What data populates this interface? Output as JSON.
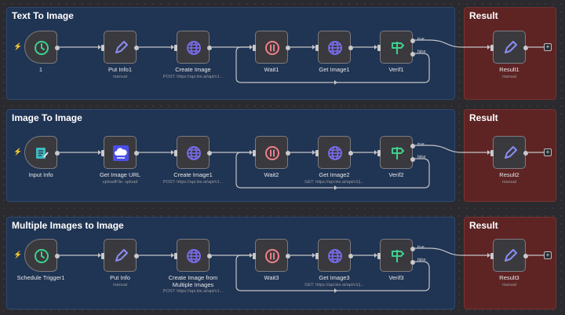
{
  "workflows": [
    {
      "title": "Text To Image",
      "result_title": "Result",
      "nodes": [
        {
          "label": "1",
          "sub": "",
          "icon": "clock-icon"
        },
        {
          "label": "Put Info1",
          "sub": "manual",
          "icon": "pencil-icon"
        },
        {
          "label": "Create Image",
          "sub": "POST: https://api.kie.ai/api/v1...",
          "icon": "globe-icon"
        },
        {
          "label": "Wait1",
          "sub": "",
          "icon": "pause-icon"
        },
        {
          "label": "Get Image1",
          "sub": "",
          "icon": "globe-icon"
        },
        {
          "label": "Verif1",
          "sub": "",
          "icon": "signpost-icon"
        },
        {
          "label": "Result1",
          "sub": "manual",
          "icon": "pencil-icon"
        }
      ]
    },
    {
      "title": "Image To Image",
      "result_title": "Result",
      "nodes": [
        {
          "label": "Input Info",
          "sub": "",
          "icon": "form-icon"
        },
        {
          "label": "Get Image URL",
          "sub": "uploadFile: upload",
          "icon": "cloud-upload-icon"
        },
        {
          "label": "Create Image1",
          "sub": "POST: https://api.kie.ai/api/v1...",
          "icon": "globe-icon"
        },
        {
          "label": "Wait2",
          "sub": "",
          "icon": "pause-icon"
        },
        {
          "label": "Get Image2",
          "sub": "GET: https://api.kie.ai/api/v1/j...",
          "icon": "globe-icon"
        },
        {
          "label": "Verif2",
          "sub": "",
          "icon": "signpost-icon"
        },
        {
          "label": "Result2",
          "sub": "manual",
          "icon": "pencil-icon"
        }
      ]
    },
    {
      "title": "Multiple Images to Image",
      "result_title": "Result",
      "nodes": [
        {
          "label": "Schedule Trigger1",
          "sub": "",
          "icon": "clock-icon"
        },
        {
          "label": "Put Info",
          "sub": "manual",
          "icon": "pencil-icon"
        },
        {
          "label": "Create Image from Multiple Images",
          "sub": "POST: https://api.kie.ai/api/v1...",
          "icon": "globe-icon"
        },
        {
          "label": "Wait3",
          "sub": "",
          "icon": "pause-icon"
        },
        {
          "label": "Get Image3",
          "sub": "GET: https://api.kie.ai/api/v1/j...",
          "icon": "globe-icon"
        },
        {
          "label": "Verif3",
          "sub": "",
          "icon": "signpost-icon"
        },
        {
          "label": "Result3",
          "sub": "manual",
          "icon": "pencil-icon"
        }
      ]
    }
  ],
  "branch_labels": {
    "true": "true",
    "false": "false"
  },
  "trigger_glyph": "⚡",
  "add_glyph": "+",
  "colors": {
    "group_blue": "#203453",
    "group_red": "#5e2424",
    "trigger_accent": "#ff6d5a",
    "clock": "#3fcf8e",
    "pencil": "#8b8cf2",
    "globe": "#7a6df2",
    "pause": "#f07f8a",
    "signpost": "#3fcf8e",
    "form": "#3fb8c2",
    "cloud": "#4b4de8"
  }
}
